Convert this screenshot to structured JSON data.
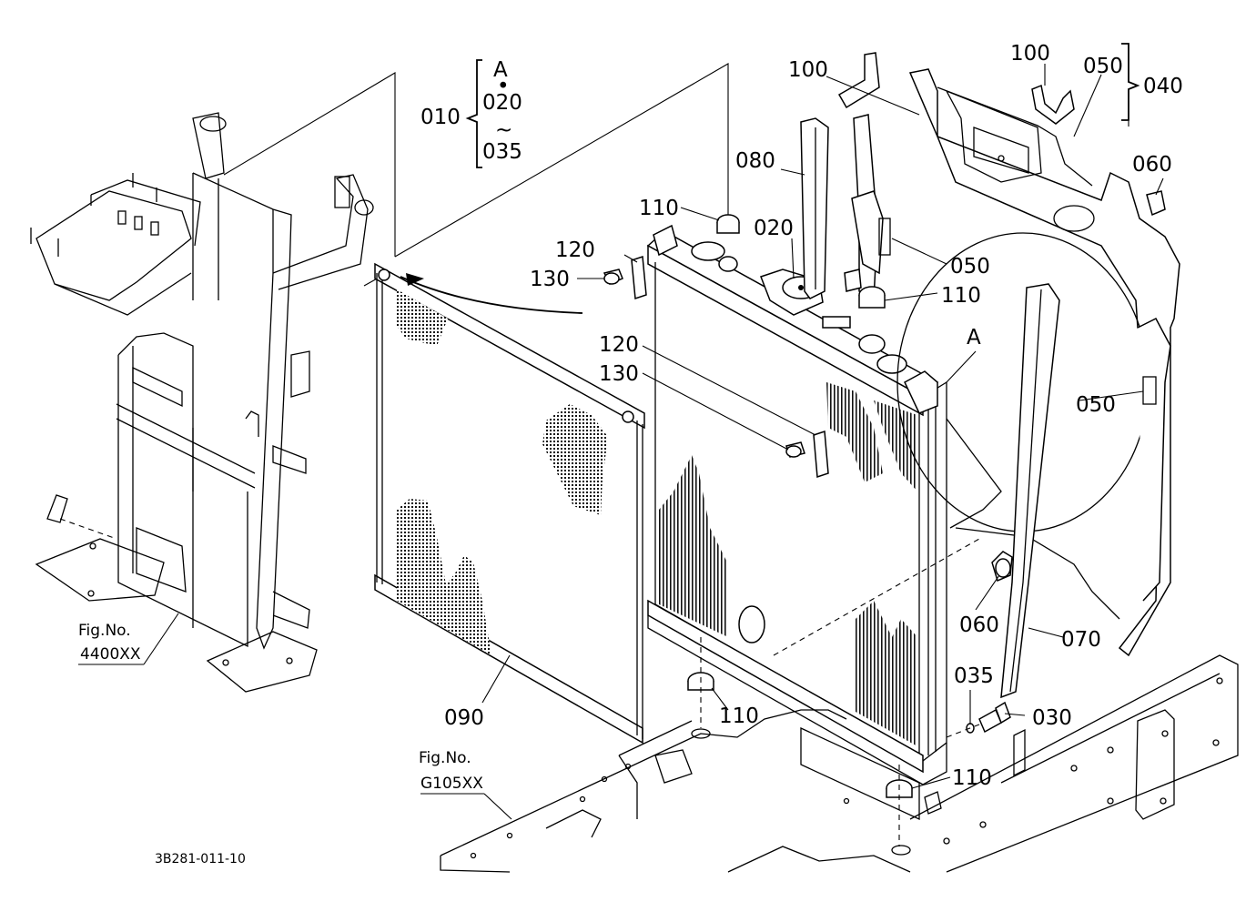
{
  "callouts": {
    "a_top": "A",
    "dot": "•",
    "p010": "010",
    "p020_group": "020",
    "tilde": "~",
    "p035_group": "035",
    "p100_left": "100",
    "p100_right": "100",
    "p050_top": "050",
    "p040": "040",
    "p060_top": "060",
    "p080": "080",
    "p110_top": "110",
    "p020": "020",
    "p050_mid": "050",
    "p110_mid": "110",
    "p120_top": "120",
    "p130_top": "130",
    "p120_mid": "120",
    "p130_mid": "130",
    "a_mark": "A",
    "p050_right": "050",
    "p060_bottom": "060",
    "p070": "070",
    "p090": "090",
    "p110_bottom_left": "110",
    "p035": "035",
    "p030": "030",
    "p110_bottom": "110"
  },
  "references": {
    "fig_label_1": "Fig.No.",
    "fig_code_1": "4400XX",
    "fig_label_2": "Fig.No.",
    "fig_code_2": "G105XX"
  },
  "drawing_code": "3B281-011-10"
}
